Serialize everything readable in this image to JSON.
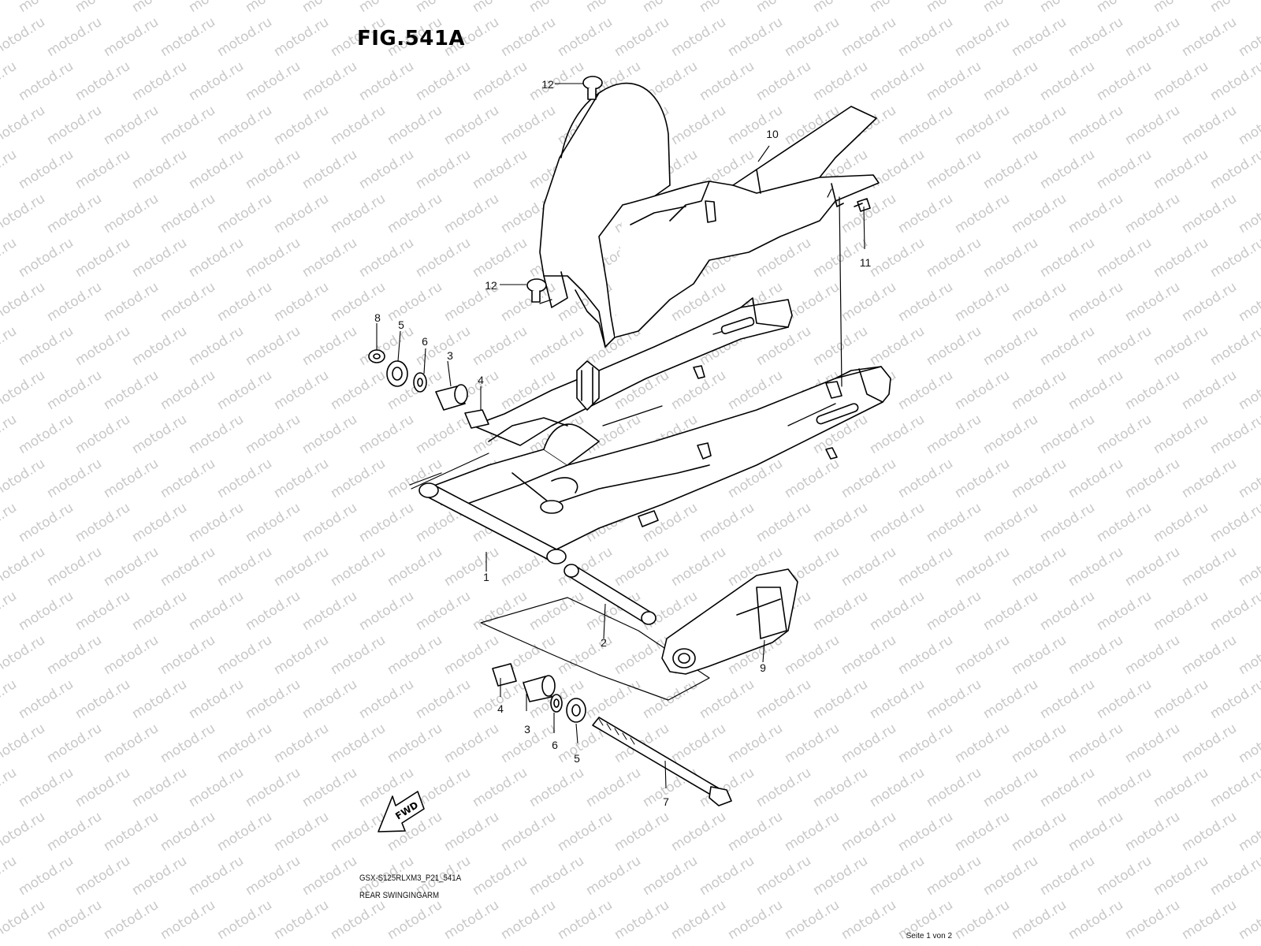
{
  "figure": {
    "title": "FIG.541A",
    "model_code": "GSX-S125RLXM3_P21_541A",
    "section_name": "REAR SWINGINGARM",
    "page_indicator": "Seite 1 von 2"
  },
  "watermark": {
    "text": "motod.ru",
    "color": "#c8c8c8"
  },
  "fwd_arrow": {
    "label": "FWD"
  },
  "callouts": [
    {
      "id": "c12a",
      "label": "12"
    },
    {
      "id": "c10",
      "label": "10"
    },
    {
      "id": "c11",
      "label": "11"
    },
    {
      "id": "c12b",
      "label": "12"
    },
    {
      "id": "c8",
      "label": "8"
    },
    {
      "id": "c5a",
      "label": "5"
    },
    {
      "id": "c6a",
      "label": "6"
    },
    {
      "id": "c3a",
      "label": "3"
    },
    {
      "id": "c4a",
      "label": "4"
    },
    {
      "id": "c1",
      "label": "1"
    },
    {
      "id": "c2",
      "label": "2"
    },
    {
      "id": "c9",
      "label": "9"
    },
    {
      "id": "c4b",
      "label": "4"
    },
    {
      "id": "c3b",
      "label": "3"
    },
    {
      "id": "c6b",
      "label": "6"
    },
    {
      "id": "c5b",
      "label": "5"
    },
    {
      "id": "c7",
      "label": "7"
    }
  ]
}
